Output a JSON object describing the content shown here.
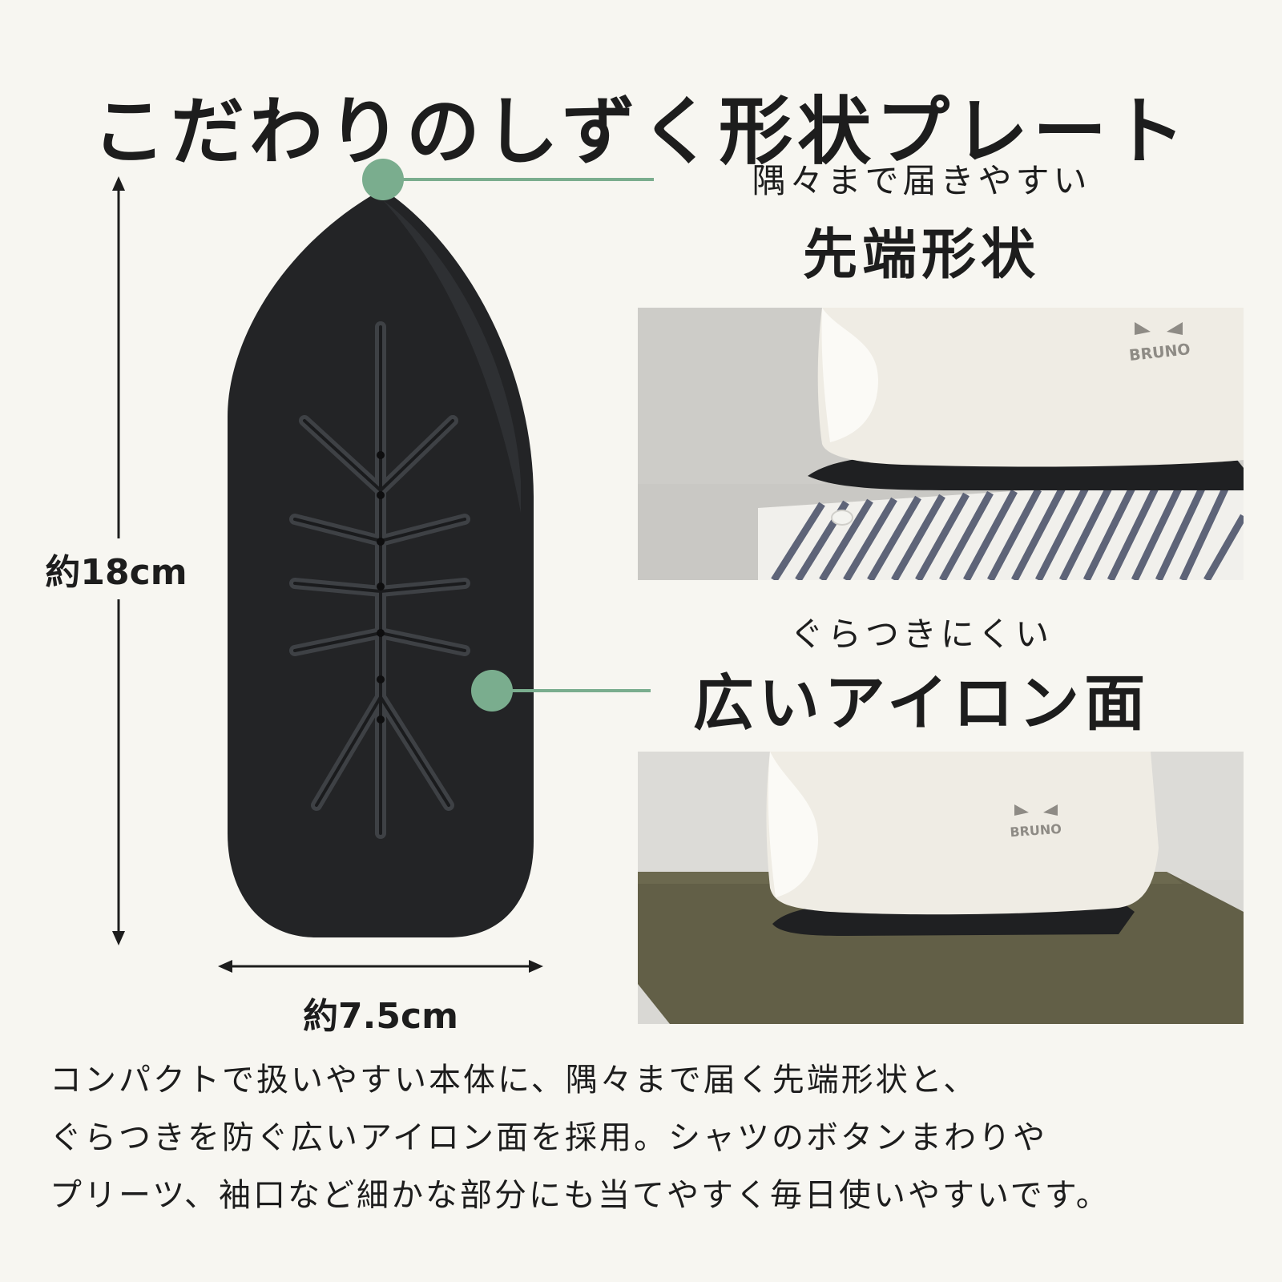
{
  "title": "こだわりのしずく形状プレート",
  "dimensions": {
    "length": "約18cm",
    "width": "約7.5cm"
  },
  "features": [
    {
      "sub": "隅々まで届きやすい",
      "main": "先端形状"
    },
    {
      "sub": "ぐらつきにくい",
      "main": "広いアイロン面"
    }
  ],
  "photos": [
    {
      "brand": "BRUNO",
      "scene": "iron-on-striped-shirt"
    },
    {
      "brand": "BRUNO",
      "scene": "iron-on-olive-cloth"
    }
  ],
  "description": [
    "コンパクトで扱いやすい本体に、隅々まで届く先端形状と、",
    "ぐらつきを防ぐ広いアイロン面を採用。シャツのボタンまわりや",
    "プリーツ、袖口など細かな部分にも当てやすく毎日使いやすいです。"
  ],
  "colors": {
    "background": "#f7f6f1",
    "accent": "#7aad8e",
    "plate": "#232426",
    "text": "#1d1d1d"
  }
}
